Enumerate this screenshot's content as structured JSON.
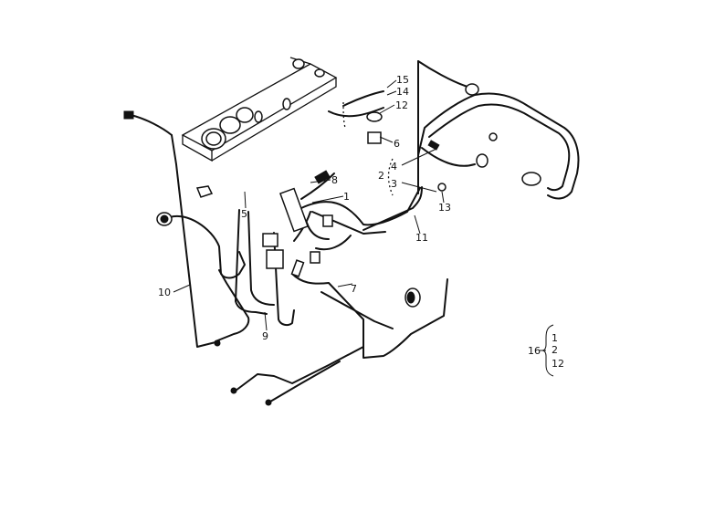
{
  "callouts": {
    "c1": "1",
    "c2": "2",
    "c3": "3",
    "c4": "4",
    "c5": "5",
    "c6": "6",
    "c7": "7",
    "c8": "8",
    "c9": "9",
    "c10": "10",
    "c11": "11",
    "c12": "12",
    "c13": "13",
    "c14": "14",
    "c15": "15",
    "c16": "16",
    "bracket_top": "1",
    "bracket_mid": "2",
    "bracket_bottom": "12"
  }
}
